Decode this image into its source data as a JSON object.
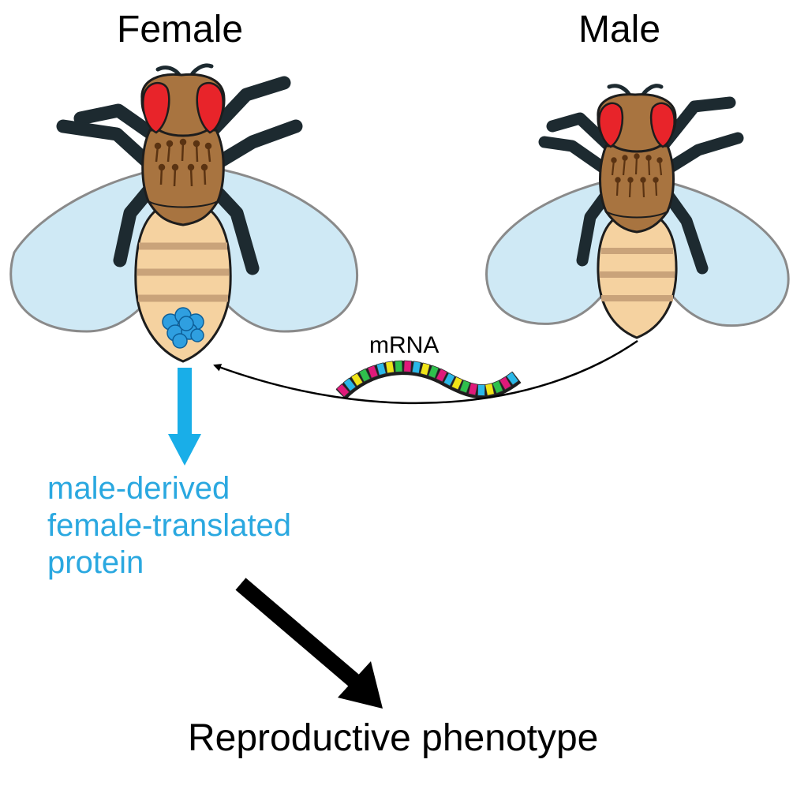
{
  "labels": {
    "female": "Female",
    "male": "Male",
    "mrna": "mRNA",
    "protein_lines": [
      "male-derived",
      "female-translated",
      "protein"
    ],
    "phenotype": "Reproductive phenotype"
  },
  "colors": {
    "wing": "#cfe9f5",
    "wing_stroke": "#8a8a8a",
    "leg": "#1d2a30",
    "eye": "#e8242a",
    "thorax": "#a87440",
    "abdomen": "#f5d2a0",
    "abdomen_band": "#c9a37a",
    "bristle": "#5a3312",
    "protein_blob": "#2f9fe0",
    "protein_text": "#2aa8e0",
    "blue_arrow": "#19aee8",
    "black_arrow": "#000000",
    "mrna_segments": [
      "#e0197a",
      "#2ab8e8",
      "#f0e418",
      "#2ec04c",
      "#e0197a",
      "#2ab8e8",
      "#f0e418",
      "#2ec04c"
    ]
  }
}
